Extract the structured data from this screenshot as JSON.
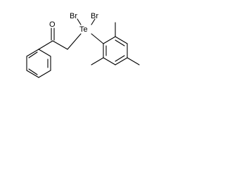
{
  "structure": {
    "atoms": {
      "oxygen": "O",
      "tellurium": "Te",
      "bromine_left": "Br",
      "bromine_right": "Br"
    }
  }
}
